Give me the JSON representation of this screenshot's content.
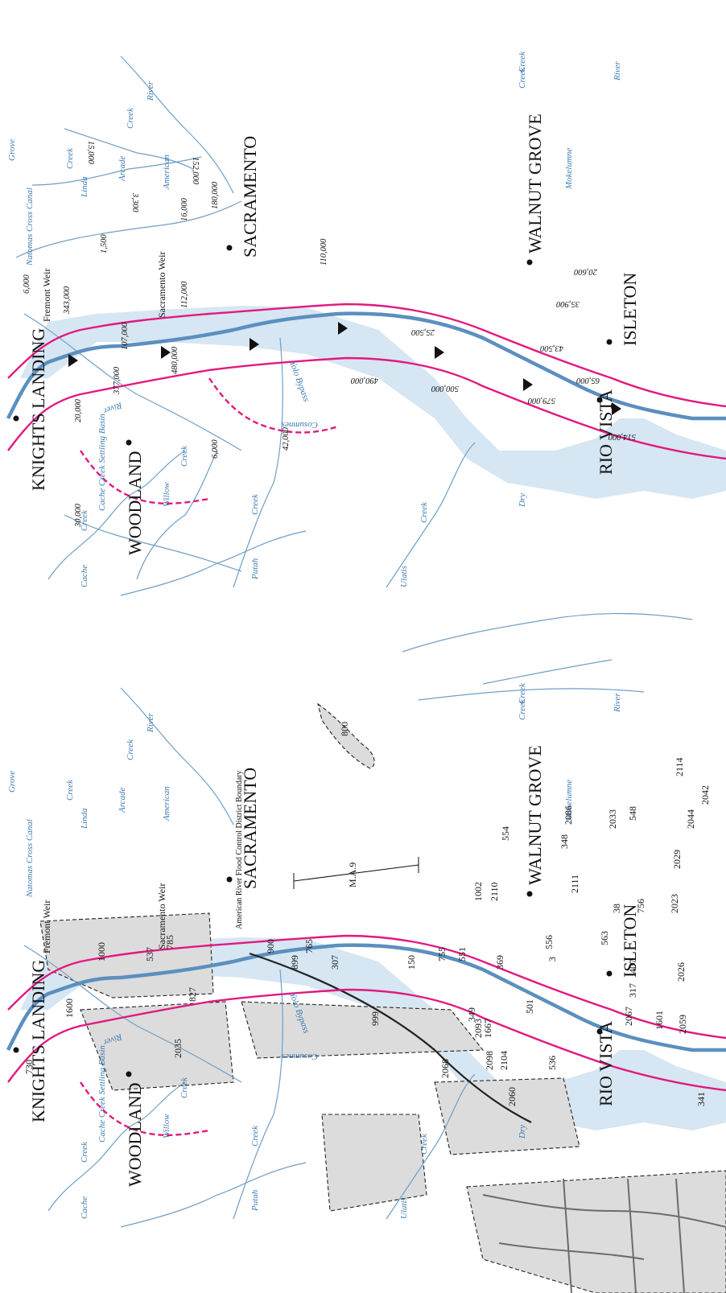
{
  "top_map": {
    "cities": [
      "KNIGHTS LANDING",
      "WOODLAND",
      "SACRAMENTO",
      "WALNUT GROVE",
      "ISLETON",
      "RIO VISTA"
    ],
    "waterways": [
      "Cache",
      "Creek",
      "Cache Creek Settling Basin",
      "Willow",
      "Creek",
      "Putah",
      "Creek",
      "Ulatis",
      "Creek",
      "Natomas Cross Canal",
      "Grove",
      "Linda",
      "Creek",
      "Arcade",
      "Creek",
      "American",
      "River",
      "Yolo Bypass",
      "Cosumnes",
      "River",
      "Dry",
      "Creek",
      "Mokelumne",
      "River",
      "Creek"
    ],
    "features": [
      "Fremont Weir",
      "343,000",
      "Sacramento Weir",
      "112,000"
    ],
    "flows": [
      "30,000",
      "20,000",
      "377,000",
      "480,000",
      "6,000",
      "6,000",
      "1,500",
      "107,000",
      "16,000",
      "3,300",
      "15,000",
      "152,000",
      "180,000",
      "110,000",
      "42,000",
      "500,000",
      "490,000",
      "25,500",
      "579,000",
      "514,000",
      "65,000",
      "43,500",
      "35,900",
      "20,600"
    ]
  },
  "bottom_map": {
    "cities": [
      "KNIGHTS LANDING",
      "WOODLAND",
      "SACRAMENTO",
      "WALNUT GROVE",
      "ISLETON",
      "RIO VISTA"
    ],
    "waterways": [
      "Cache",
      "Creek",
      "Cache Creek Settling Basin",
      "Willow",
      "Creek",
      "Putah",
      "Creek",
      "Ulatis",
      "Creek",
      "Natomas Cross Canal",
      "Grove",
      "Linda",
      "Creek",
      "Arcade",
      "Creek",
      "American",
      "River",
      "Yolo Bypass",
      "Cosumnes",
      "River",
      "Dry",
      "Creek",
      "Mokelumne",
      "River",
      "Creek"
    ],
    "features": [
      "Fremont Weir",
      "Sacramento Weir",
      "American River Flood Control District Boundary",
      "M.A.9"
    ],
    "districts": [
      "730",
      "1600",
      "1000",
      "537",
      "785",
      "827",
      "2035",
      "900",
      "899",
      "765",
      "307",
      "999",
      "150",
      "755",
      "551",
      "1002",
      "2110",
      "554",
      "348",
      "2111",
      "2086",
      "2033",
      "548",
      "2114",
      "2044",
      "2042",
      "2029",
      "556",
      "563",
      "38",
      "756",
      "2023",
      "369",
      "3",
      "407",
      "317",
      "2026",
      "349",
      "1667",
      "501",
      "2067",
      "1601",
      "2059",
      "2068",
      "2098",
      "2093",
      "2060",
      "2104",
      "536",
      "341",
      "800"
    ]
  }
}
